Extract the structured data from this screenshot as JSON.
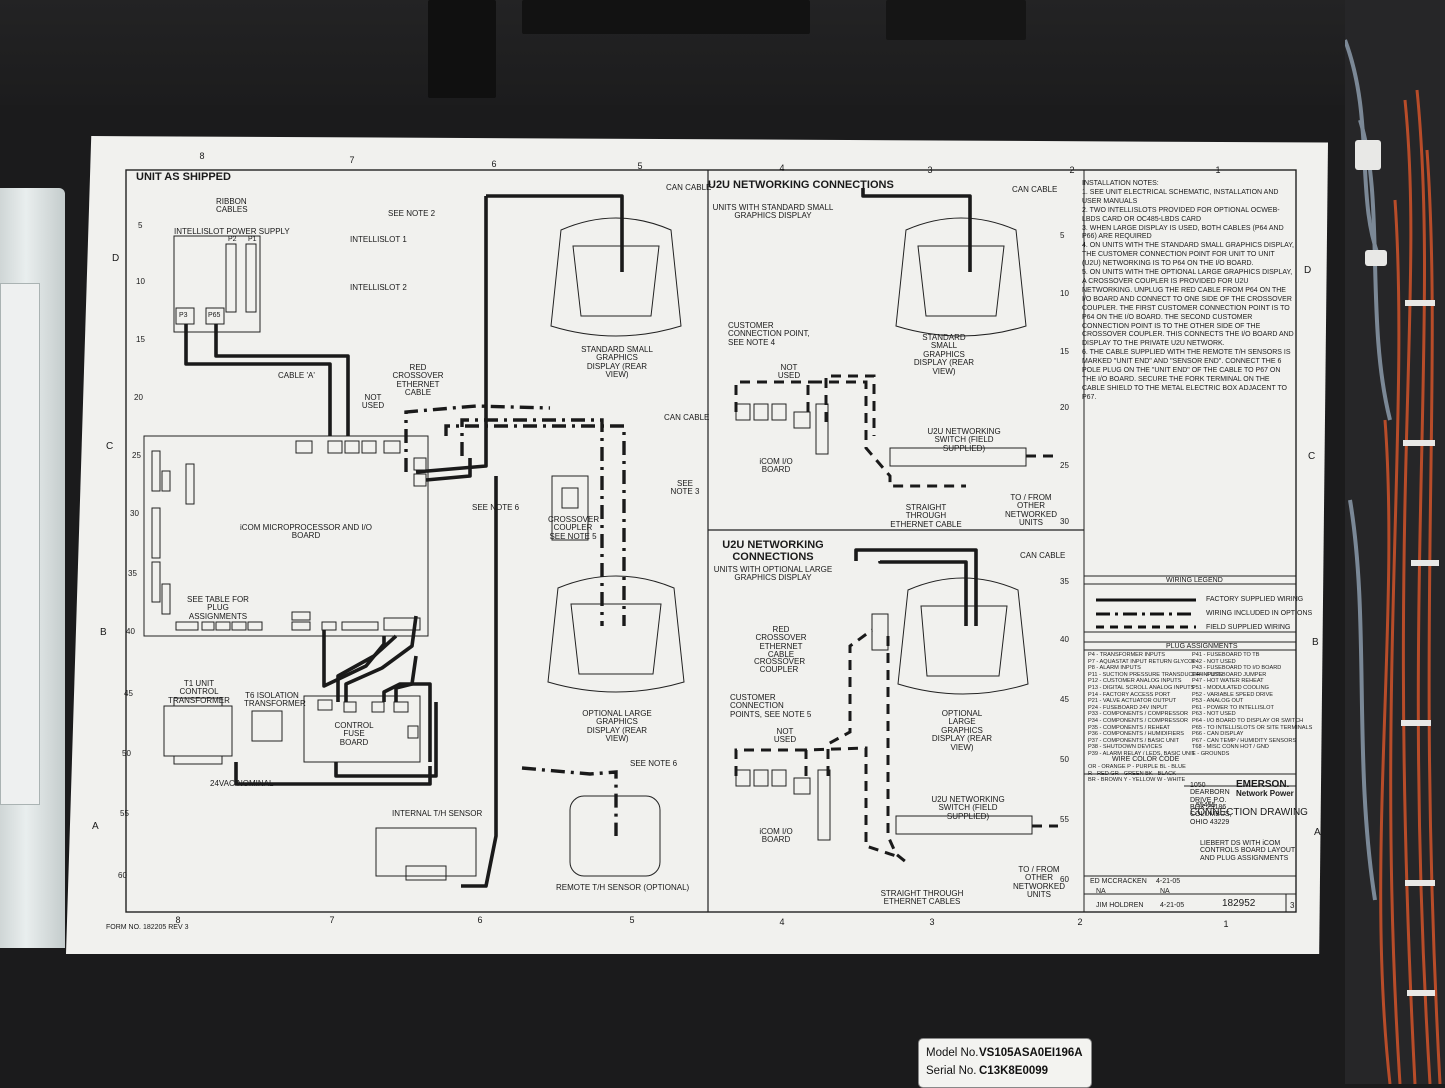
{
  "nameplate": {
    "model_label": "Model No.",
    "model_value": "VS105ASA0EI196A",
    "serial_label": "Serial No.",
    "serial_value": "C13K8E0099"
  },
  "drawing": {
    "left_section_title": "UNIT AS SHIPPED",
    "zone_columns_top": [
      "8",
      "7",
      "6",
      "5",
      "4",
      "3",
      "2",
      "1"
    ],
    "zone_columns_bottom": [
      "8",
      "7",
      "6",
      "5",
      "4",
      "3",
      "2",
      "1"
    ],
    "zone_rows_left": [
      "D",
      "C",
      "B",
      "A"
    ],
    "zone_rows_right": [
      "D",
      "C",
      "B",
      "A"
    ],
    "ruler_left": [
      "5",
      "10",
      "15",
      "20",
      "25",
      "30",
      "35",
      "40",
      "45",
      "50",
      "55",
      "60"
    ],
    "ruler_right": [
      "5",
      "10",
      "15",
      "20",
      "25",
      "30",
      "35",
      "40",
      "45",
      "50",
      "55",
      "60"
    ],
    "labels": {
      "ribbon_cables": "RIBBON CABLES",
      "see_note_2": "SEE NOTE 2",
      "intellislot_power_supply": "INTELLISLOT POWER SUPPLY",
      "intellislot_1": "INTELLISLOT 1",
      "intellislot_2": "INTELLISLOT 2",
      "p2": "P2",
      "p1": "P1",
      "p3": "P3",
      "p65": "P65",
      "cable_a": "CABLE 'A'",
      "red_crossover": "RED CROSSOVER ETHERNET CABLE",
      "not_used": "NOT USED",
      "can_cable": "CAN CABLE",
      "icom_board": "iCOM MICROPROCESSOR AND I/O BOARD",
      "see_table": "SEE TABLE FOR PLUG ASSIGNMENTS",
      "see_note_6": "SEE NOTE 6",
      "see_note_3": "SEE NOTE 3",
      "crossover_coupler_note5": "CROSSOVER COUPLER SEE NOTE 5",
      "std_small_display": "STANDARD SMALL GRAPHICS DISPLAY (REAR VIEW)",
      "opt_large_display": "OPTIONAL LARGE GRAPHICS DISPLAY (REAR VIEW)",
      "t1_transformer": "T1 UNIT CONTROL TRANSFORMER",
      "t6_transformer": "T6 ISOLATION TRANSFORMER",
      "control_fuse_board": "CONTROL FUSE BOARD",
      "vac_nominal": "24VAC NOMINAL",
      "internal_th": "INTERNAL T/H SENSOR",
      "remote_th": "REMOTE T/H SENSOR (OPTIONAL)",
      "u2u_title": "U2U NETWORKING CONNECTIONS",
      "units_std": "UNITS WITH STANDARD SMALL GRAPHICS DISPLAY",
      "units_opt": "UNITS WITH OPTIONAL LARGE GRAPHICS DISPLAY",
      "customer_conn_note4": "CUSTOMER CONNECTION POINT, SEE NOTE 4",
      "customer_conn_note5": "CUSTOMER CONNECTION POINTS, SEE NOTE 5",
      "icom_io_board": "iCOM I/O BOARD",
      "u2u_switch": "U2U NETWORKING SWITCH (FIELD SUPPLIED)",
      "straight_through": "STRAIGHT THROUGH ETHERNET CABLE",
      "straight_through_pl": "STRAIGHT THROUGH ETHERNET CABLES",
      "to_from_other": "TO / FROM OTHER NETWORKED UNITS",
      "crossover_coupler": "CROSSOVER COUPLER",
      "form_no": "FORM NO. 182205 REV 3"
    },
    "installation_notes_title": "INSTALLATION NOTES:",
    "installation_notes": [
      "1. SEE UNIT ELECTRICAL SCHEMATIC, INSTALLATION AND USER MANUALS",
      "2. TWO INTELLISLOTS PROVIDED FOR OPTIONAL OCWEB-LBDS CARD OR OC485-LBDS CARD",
      "3. WHEN LARGE DISPLAY IS USED, BOTH CABLES (P64 AND P66) ARE REQUIRED",
      "4. ON UNITS WITH THE STANDARD SMALL GRAPHICS DISPLAY, THE CUSTOMER CONNECTION POINT FOR UNIT TO UNIT (U2U) NETWORKING IS TO P64 ON THE I/O BOARD.",
      "5. ON UNITS WITH THE OPTIONAL LARGE GRAPHICS DISPLAY, A CROSSOVER COUPLER IS PROVIDED FOR U2U NETWORKING. UNPLUG THE RED CABLE FROM P64 ON THE I/O BOARD AND CONNECT TO ONE SIDE OF THE CROSSOVER COUPLER. THE FIRST CUSTOMER CONNECTION POINT IS TO P64 ON THE I/O BOARD. THE SECOND CUSTOMER CONNECTION POINT IS TO THE OTHER SIDE OF THE CROSSOVER COUPLER. THIS CONNECTS THE I/O BOARD AND DISPLAY TO THE PRIVATE U2U NETWORK.",
      "6. THE CABLE SUPPLIED WITH THE REMOTE T/H SENSORS IS MARKED \"UNIT END\" AND \"SENSOR END\". CONNECT THE 6 POLE PLUG ON THE \"UNIT END\" OF THE CABLE TO P67 ON THE I/O BOARD. SECURE THE FORK TERMINAL ON THE CABLE SHIELD TO THE METAL ELECTRIC BOX ADJACENT TO P67."
    ],
    "wiring_legend_title": "WIRING LEGEND",
    "wiring_legend": [
      "FACTORY SUPPLIED WIRING",
      "WIRING INCLUDED IN OPTIONS",
      "FIELD SUPPLIED WIRING"
    ],
    "plug_assignments_title": "PLUG ASSIGNMENTS",
    "plug_assignments_left": [
      "P4 - TRANSFORMER INPUTS",
      "P7 - AQUASTAT INPUT RETURN GLYCOL",
      "P8 - ALARM INPUTS",
      "P11 - SUCTION PRESSURE TRANSDUCER INPUTS",
      "P12 - CUSTOMER ANALOG INPUTS",
      "P13 - DIGITAL SCROLL ANALOG INPUTS",
      "P14 - FACTORY ACCESS PORT",
      "P21 - VALVE ACTUATOR OUTPUT",
      "P24 - FUSEBOARD 24V INPUT",
      "P33 - COMPONENTS / COMPRESSOR",
      "P34 - COMPONENTS / COMPRESSOR",
      "P35 - COMPONENTS / REHEAT",
      "P36 - COMPONENTS / HUMIDIFIERS",
      "P37 - COMPONENTS / BASIC UNIT",
      "P38 - SHUTDOWN DEVICES",
      "P39 - ALARM RELAY / LEDS, BASIC UNIT"
    ],
    "plug_assignments_right": [
      "P41 - FUSEBOARD TO TB",
      "P42 - NOT USED",
      "P43 - FUSEBOARD TO I/O BOARD",
      "P44 - FUSEBOARD JUMPER",
      "P47 - HOT WATER REHEAT",
      "P51 - MODULATED COOLING",
      "P52 - VARIABLE SPEED DRIVE",
      "P53 - ANALOG OUT",
      "P61 - POWER TO INTELLISLOT",
      "P63 - NOT USED",
      "P64 - I/O BOARD TO DISPLAY OR SWITCH",
      "P65 - TO INTELLISLOTS OR SITE TERMINALS",
      "P66 - CAN DISPLAY",
      "P67 - CAN TEMP / HUMIDITY SENSORS",
      "T68 - MISC CONN HOT / GND",
      "E - GROUNDS"
    ],
    "wire_color_code_title": "WIRE COLOR CODE",
    "wire_color_code": [
      "OR - ORANGE   P - PURPLE   BL - BLUE",
      "R - RED   GR - GREEN   BK - BLACK",
      "BR - BROWN   Y - YELLOW   W - WHITE"
    ],
    "title_block": {
      "company": "EMERSON.",
      "company_sub": "Network Power",
      "address": "1050 DEARBORN DRIVE P.O. BOX 29186 COLUMBUS, OHIO 43229",
      "title": "CONNECTION DRAWING",
      "subtitle": "LIEBERT DS WITH iCOM CONTROLS BOARD LAYOUT AND PLUG ASSIGNMENTS",
      "drawn_by": "ED MCCRACKEN",
      "drawn_date": "4-21-05",
      "checked": "NA",
      "checked_2": "NA",
      "approved": "JIM HOLDREN",
      "approved_date": "4-21-05",
      "code": "55455",
      "drawing_no": "182952",
      "rev": "3"
    }
  }
}
